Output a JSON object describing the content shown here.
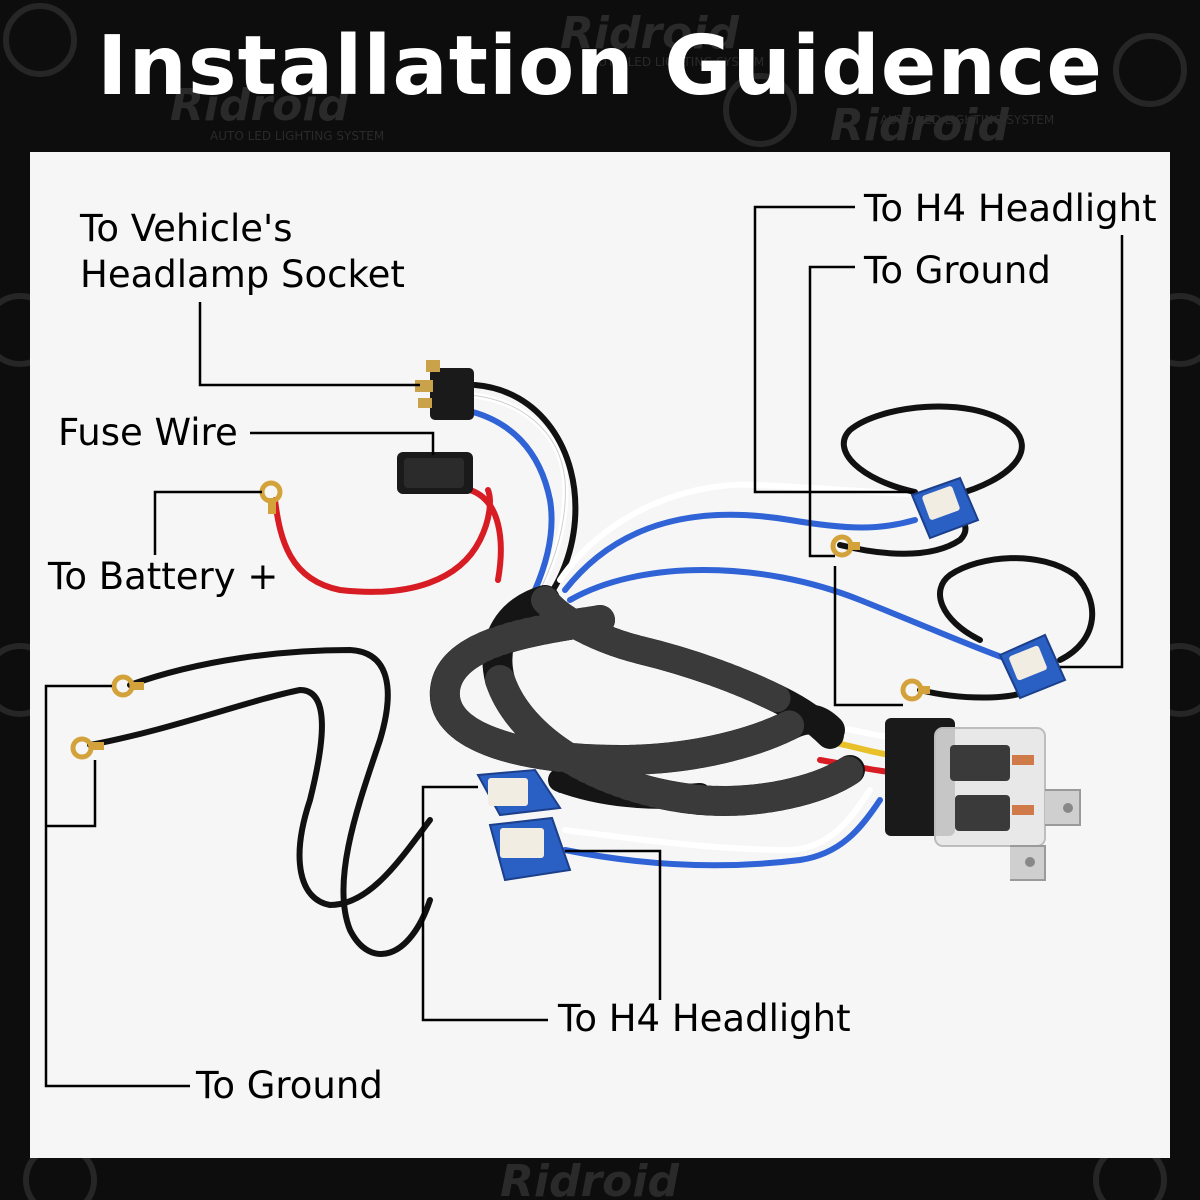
{
  "title": "Installation Guidence",
  "labels": {
    "vehicle_socket_line1": "To Vehicle's",
    "vehicle_socket_line2": "Headlamp Socket",
    "fuse_wire": "Fuse Wire",
    "battery": "To Battery +",
    "h4_headlight_top": "To H4 Headlight",
    "ground_top": "To Ground",
    "h4_headlight_bottom": "To H4 Headlight",
    "ground_bottom": "To Ground"
  },
  "watermark": {
    "brand": "Ridroid",
    "tagline": "AUTO LED LIGHTING SYSTEM"
  },
  "colors": {
    "background": "#0d0d0d",
    "panel": "#f6f6f6",
    "connector_blue": "#2a5fc4",
    "power_wire": "#d81c24",
    "ground_wire": "#111111",
    "signal_wire": "#2f63d6",
    "terminal_brass": "#d4a23a",
    "leader_line": "#000000"
  }
}
